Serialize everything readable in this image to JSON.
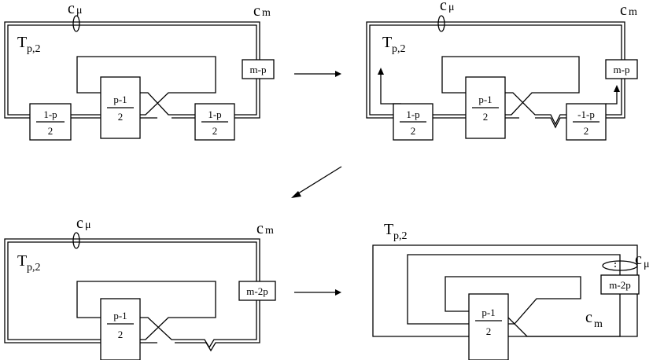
{
  "labels": {
    "c_mu": "c",
    "c_mu_sub": "μ",
    "c_m": "c",
    "c_m_sub": "m",
    "torus_main": "T",
    "torus_sub": "p,2"
  },
  "panels": [
    {
      "boxes": {
        "left": {
          "num": "1-p",
          "den": "2"
        },
        "mid": {
          "num": "p-1",
          "den": "2"
        },
        "right": {
          "num": "1-p",
          "den": "2"
        },
        "side": "m-p"
      }
    },
    {
      "boxes": {
        "left": {
          "num": "1-p",
          "den": "2"
        },
        "mid": {
          "num": "p-1",
          "den": "2"
        },
        "right": {
          "num": "-1-p",
          "den": "2"
        },
        "side": "m-p"
      }
    },
    {
      "boxes": {
        "mid": {
          "num": "p-1",
          "den": "2"
        },
        "side": "m-2p"
      }
    },
    {
      "boxes": {
        "mid": {
          "num": "p-1",
          "den": "2"
        },
        "side": "m-2p"
      }
    }
  ]
}
